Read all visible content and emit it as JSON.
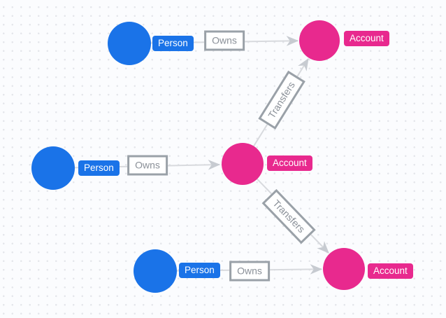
{
  "colors": {
    "bg": "#fbfcfe",
    "dot": "#e4e6eb",
    "person": "#1a73e8",
    "account": "#e8298e",
    "edge-line": "#d8dade",
    "arrow": "#c7cbd1",
    "rel-border": "#9aa1a8",
    "rel-text": "#8a9098",
    "rel-bg": "#ffffff",
    "label-text": "#ffffff"
  },
  "graph": {
    "nodes": [
      {
        "label": "Person",
        "type": "Person",
        "position": "top-left"
      },
      {
        "label": "Account",
        "type": "Account",
        "position": "top-right"
      },
      {
        "label": "Person",
        "type": "Person",
        "position": "middle-left"
      },
      {
        "label": "Account",
        "type": "Account",
        "position": "middle-center"
      },
      {
        "label": "Person",
        "type": "Person",
        "position": "bottom-left"
      },
      {
        "label": "Account",
        "type": "Account",
        "position": "bottom-right"
      }
    ],
    "edges": [
      {
        "label": "Owns",
        "from": 0,
        "to": 1
      },
      {
        "label": "Owns",
        "from": 2,
        "to": 3
      },
      {
        "label": "Transfers",
        "from": 3,
        "to": 1
      },
      {
        "label": "Transfers",
        "from": 3,
        "to": 5
      },
      {
        "label": "Owns",
        "from": 4,
        "to": 5
      }
    ]
  }
}
